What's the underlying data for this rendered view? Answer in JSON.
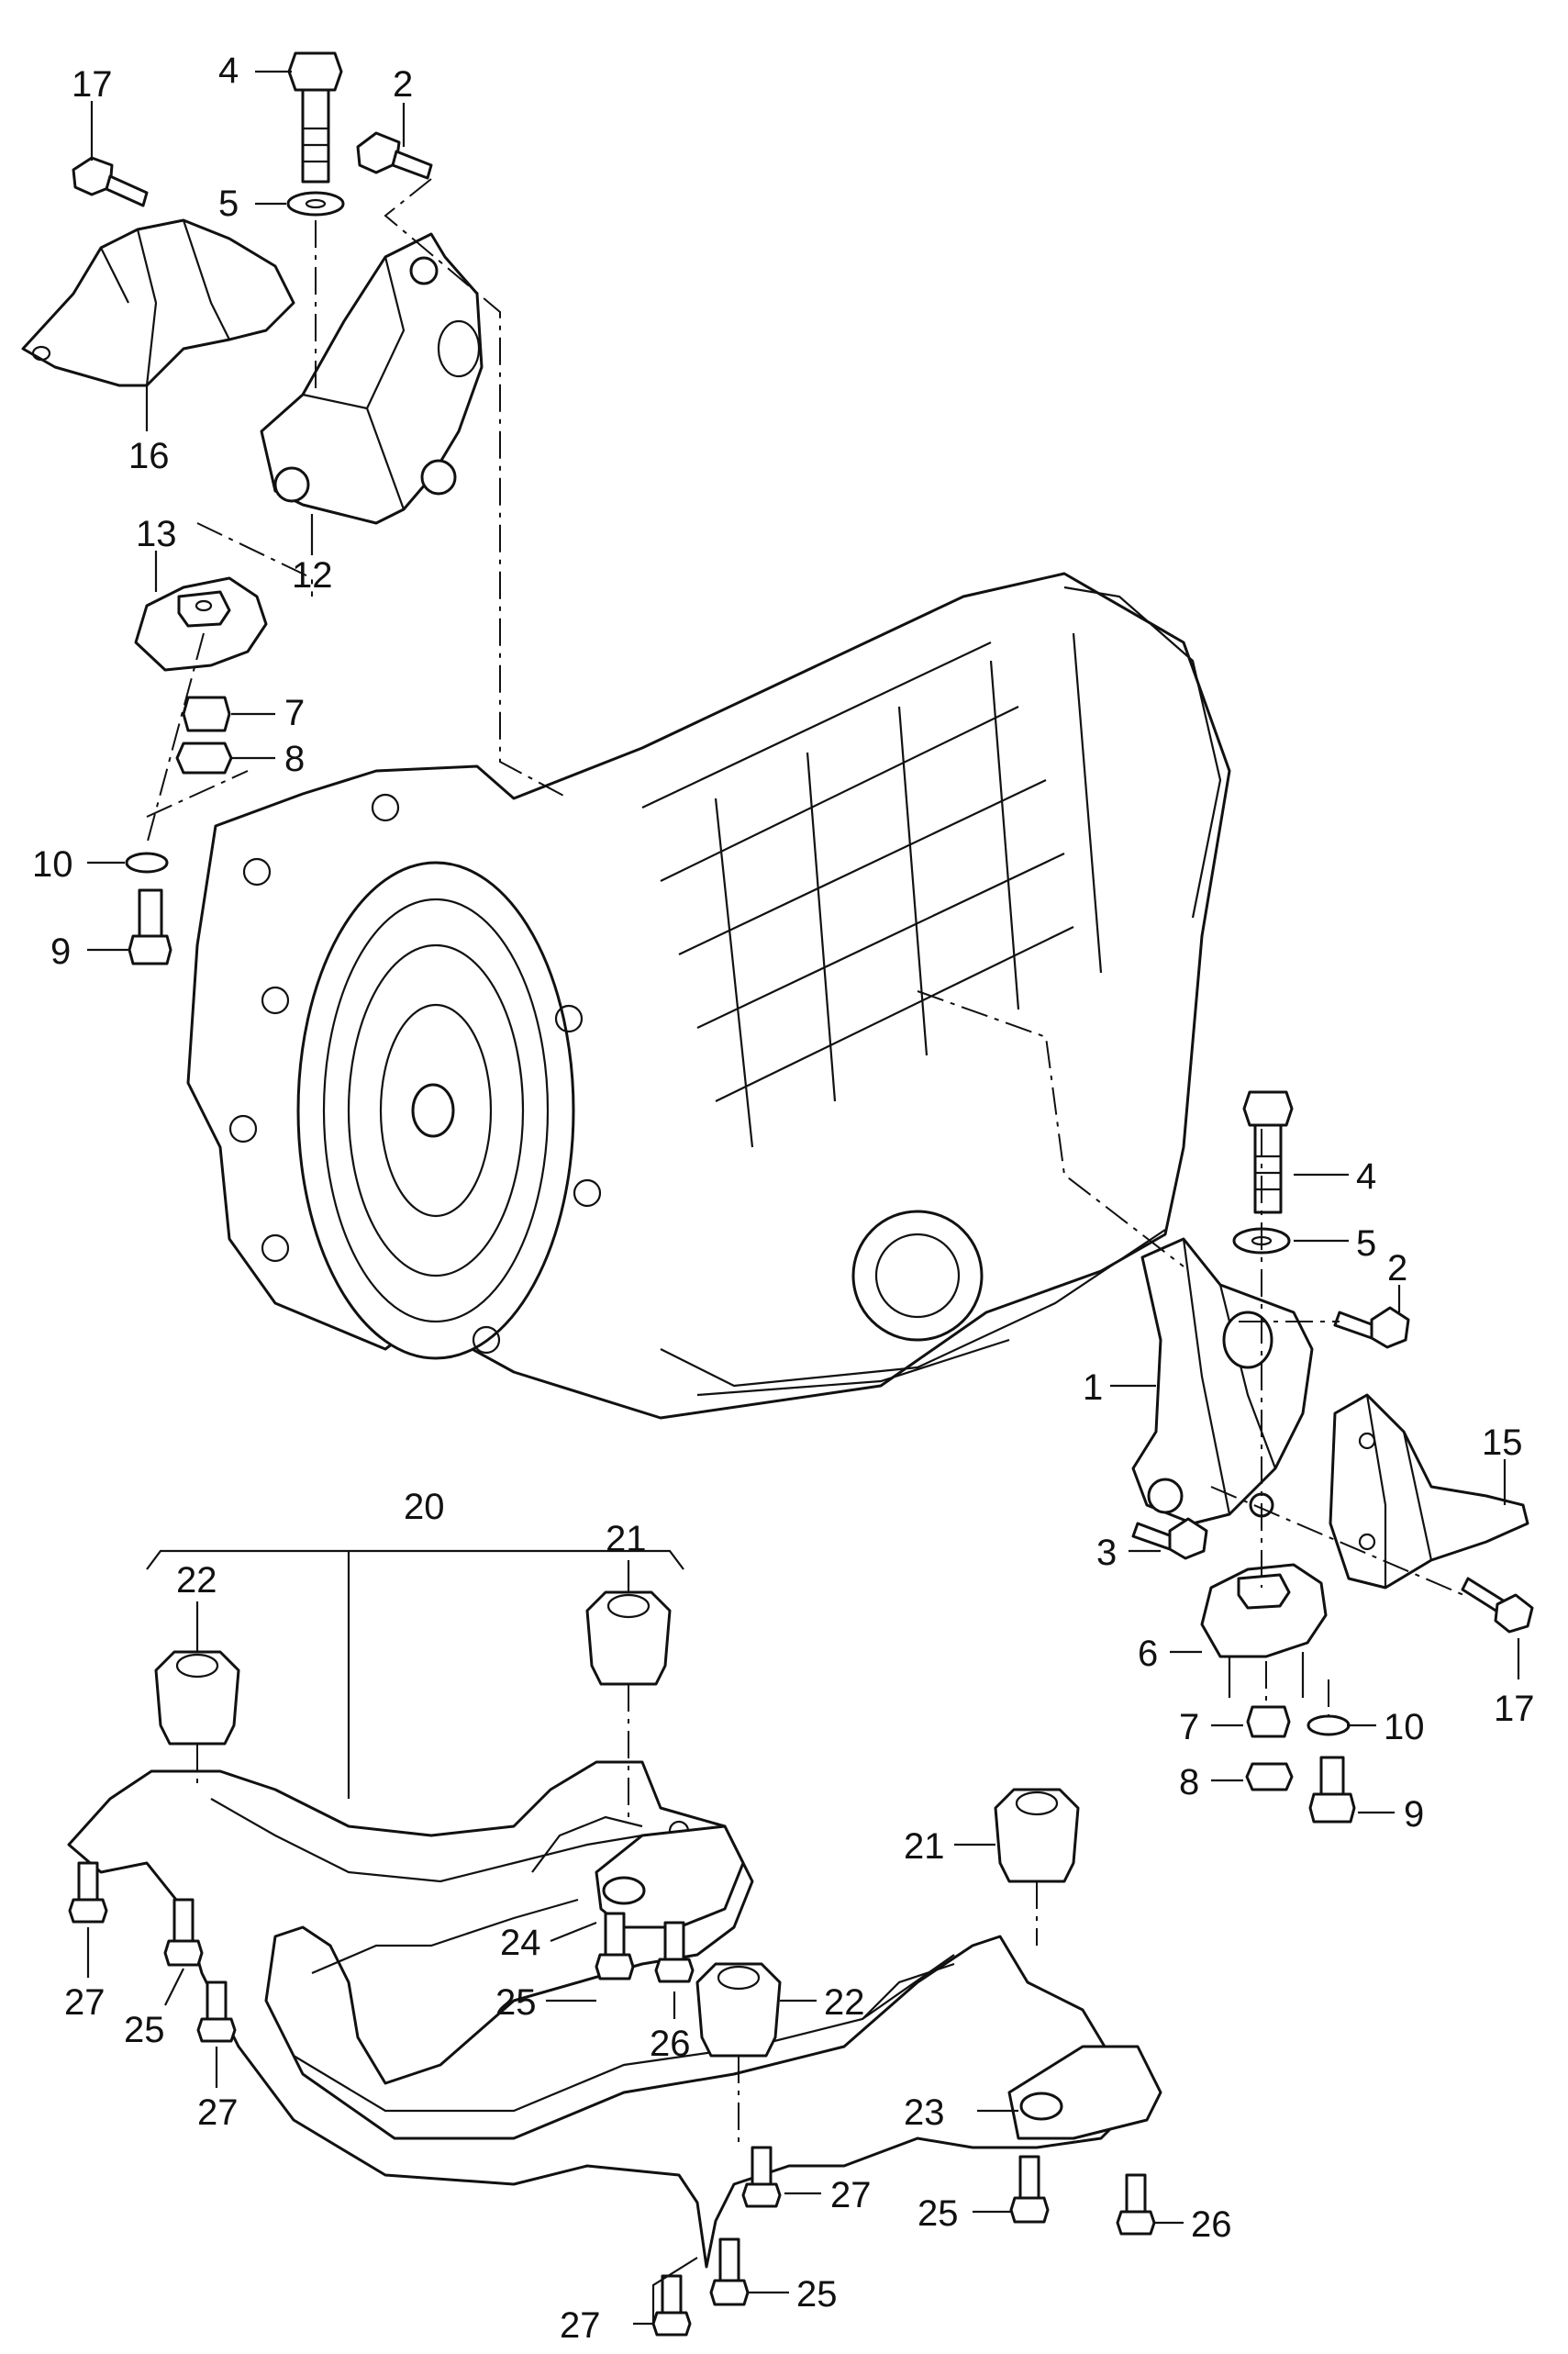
{
  "callouts": [
    {
      "id": "c4a",
      "text": "4"
    },
    {
      "id": "c2a",
      "text": "2"
    },
    {
      "id": "c17a",
      "text": "17"
    },
    {
      "id": "c5a",
      "text": "5"
    },
    {
      "id": "c16",
      "text": "16"
    },
    {
      "id": "c12",
      "text": "12"
    },
    {
      "id": "c13",
      "text": "13"
    },
    {
      "id": "c7a",
      "text": "7"
    },
    {
      "id": "c8a",
      "text": "8"
    },
    {
      "id": "c10a",
      "text": "10"
    },
    {
      "id": "c9a",
      "text": "9"
    },
    {
      "id": "c4b",
      "text": "4"
    },
    {
      "id": "c5b",
      "text": "5"
    },
    {
      "id": "c2b",
      "text": "2"
    },
    {
      "id": "c1",
      "text": "1"
    },
    {
      "id": "c15",
      "text": "15"
    },
    {
      "id": "c3",
      "text": "3"
    },
    {
      "id": "c6",
      "text": "6"
    },
    {
      "id": "c17b",
      "text": "17"
    },
    {
      "id": "c7b",
      "text": "7"
    },
    {
      "id": "c10b",
      "text": "10"
    },
    {
      "id": "c8b",
      "text": "8"
    },
    {
      "id": "c9b",
      "text": "9"
    },
    {
      "id": "c20",
      "text": "20"
    },
    {
      "id": "c22a",
      "text": "22"
    },
    {
      "id": "c21a",
      "text": "21"
    },
    {
      "id": "c21b",
      "text": "21"
    },
    {
      "id": "c24",
      "text": "24"
    },
    {
      "id": "c25a",
      "text": "25"
    },
    {
      "id": "c22b",
      "text": "22"
    },
    {
      "id": "c26a",
      "text": "26"
    },
    {
      "id": "c27a",
      "text": "27"
    },
    {
      "id": "c25b",
      "text": "25"
    },
    {
      "id": "c27b",
      "text": "27"
    },
    {
      "id": "c23",
      "text": "23"
    },
    {
      "id": "c27c",
      "text": "27"
    },
    {
      "id": "c25c",
      "text": "25"
    },
    {
      "id": "c26b",
      "text": "26"
    },
    {
      "id": "c25d",
      "text": "25"
    },
    {
      "id": "c27d",
      "text": "27"
    }
  ]
}
